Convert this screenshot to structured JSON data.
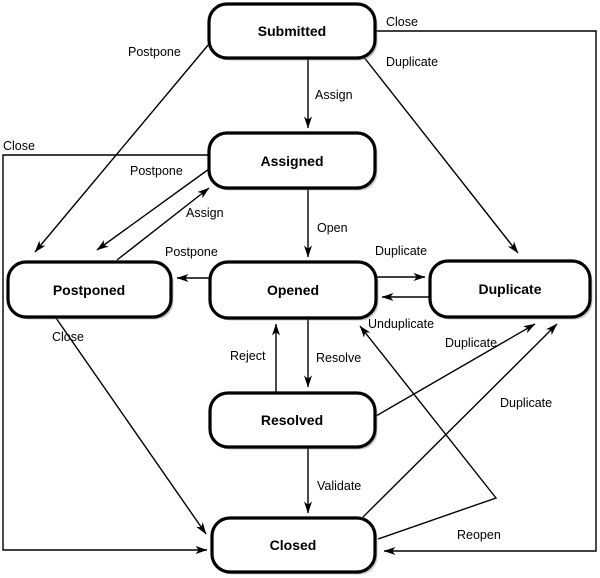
{
  "diagram": {
    "background_color": "#ffffff",
    "line_color": "#000000",
    "node_fill_color": "#ffffff",
    "node_border_color": "#000000",
    "nodes": {
      "submitted": {
        "label": "Submitted"
      },
      "assigned": {
        "label": "Assigned"
      },
      "postponed": {
        "label": "Postponed"
      },
      "opened": {
        "label": "Opened"
      },
      "duplicate": {
        "label": "Duplicate"
      },
      "resolved": {
        "label": "Resolved"
      },
      "closed": {
        "label": "Closed"
      }
    },
    "edges": {
      "submitted_assigned": {
        "label": "Assign",
        "from": "Submitted",
        "to": "Assigned"
      },
      "submitted_postponed": {
        "label": "Postpone",
        "from": "Submitted",
        "to": "Postponed"
      },
      "submitted_duplicate": {
        "label": "Duplicate",
        "from": "Submitted",
        "to": "Duplicate"
      },
      "submitted_closed": {
        "label": "Close",
        "from": "Submitted",
        "to": "Closed"
      },
      "assigned_opened": {
        "label": "Open",
        "from": "Assigned",
        "to": "Opened"
      },
      "assigned_postponed": {
        "label": "Postpone",
        "from": "Assigned",
        "to": "Postponed"
      },
      "assigned_closed": {
        "label": "Close",
        "from": "Assigned",
        "to": "Closed"
      },
      "postponed_assigned": {
        "label": "Assign",
        "from": "Postponed",
        "to": "Assigned"
      },
      "postponed_closed": {
        "label": "Close",
        "from": "Postponed",
        "to": "Closed"
      },
      "opened_postponed": {
        "label": "Postpone",
        "from": "Opened",
        "to": "Postponed"
      },
      "opened_duplicate": {
        "label": "Duplicate",
        "from": "Opened",
        "to": "Duplicate"
      },
      "opened_resolved": {
        "label": "Resolve",
        "from": "Opened",
        "to": "Resolved"
      },
      "duplicate_opened": {
        "label": "Unduplicate",
        "from": "Duplicate",
        "to": "Opened"
      },
      "resolved_opened": {
        "label": "Reject",
        "from": "Resolved",
        "to": "Opened"
      },
      "resolved_duplicate": {
        "label": "Duplicate",
        "from": "Resolved",
        "to": "Duplicate"
      },
      "resolved_closed": {
        "label": "Validate",
        "from": "Resolved",
        "to": "Closed"
      },
      "closed_duplicate": {
        "label": "Duplicate",
        "from": "Closed",
        "to": "Duplicate"
      },
      "closed_opened": {
        "label": "Reopen",
        "from": "Closed",
        "to": "Opened"
      }
    }
  }
}
